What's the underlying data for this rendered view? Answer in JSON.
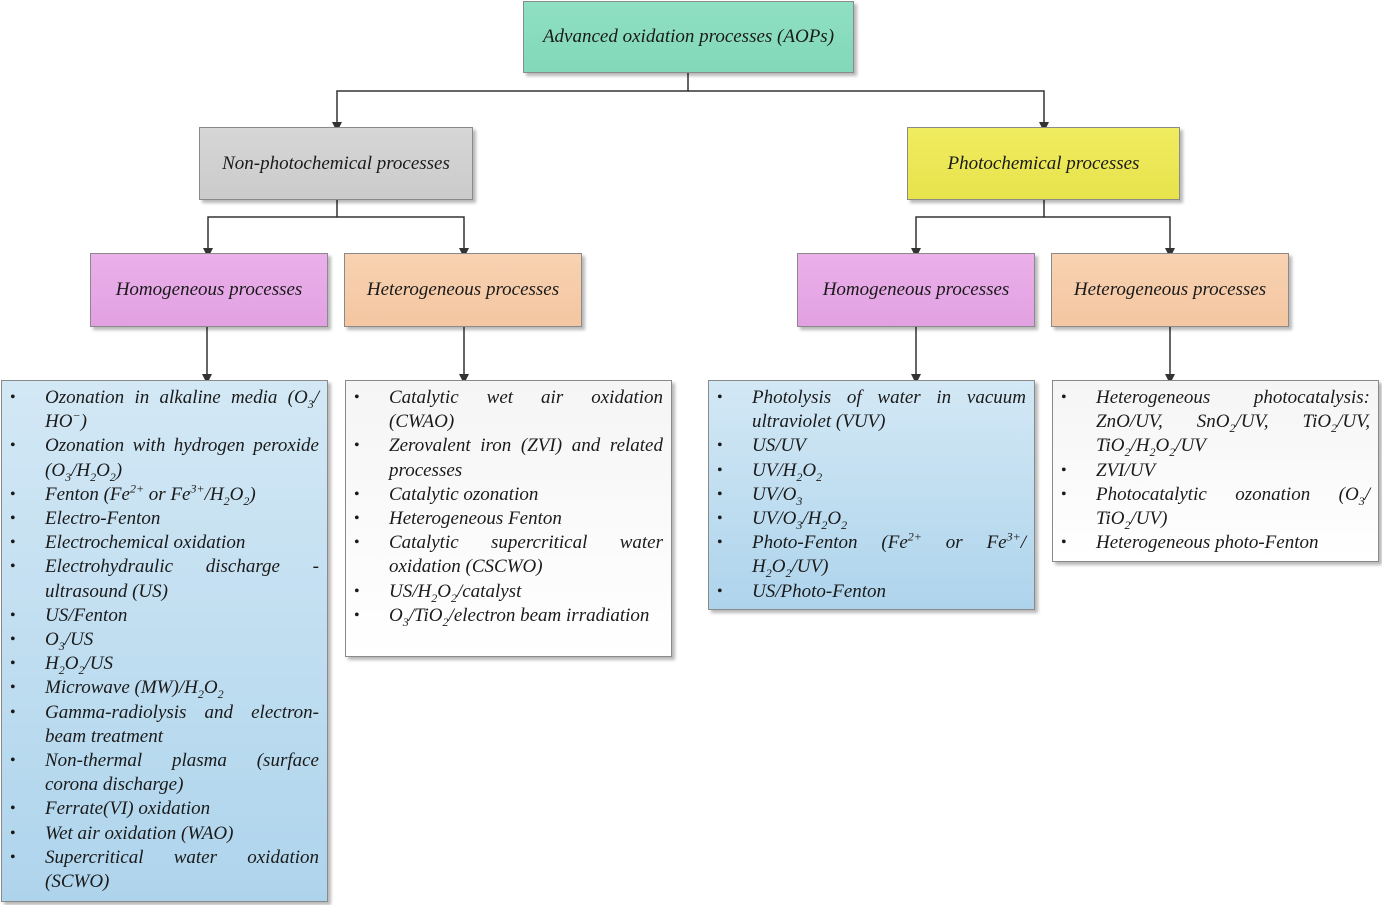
{
  "root": {
    "label": "Advanced oxidation processes (AOPs)"
  },
  "non_photochemical": {
    "label": "Non-photochemical processes",
    "homogeneous": {
      "label": "Homogeneous processes",
      "items": [
        [
          "Ozonation in alkaline media (O",
          [
            "sub",
            "3"
          ],
          "/ HO",
          [
            "sup",
            "−"
          ],
          ")"
        ],
        [
          "Ozonation with hydrogen peroxide (O",
          [
            "sub",
            "3"
          ],
          "/H",
          [
            "sub",
            "2"
          ],
          "O",
          [
            "sub",
            "2"
          ],
          ")"
        ],
        [
          "Fenton (Fe",
          [
            "sup",
            "2+"
          ],
          " or Fe",
          [
            "sup",
            "3+"
          ],
          "/H",
          [
            "sub",
            "2"
          ],
          "O",
          [
            "sub",
            "2"
          ],
          ")"
        ],
        [
          "Electro-Fenton"
        ],
        [
          "Electrochemical oxidation"
        ],
        [
          "Electrohydraulic discharge - ultrasound (US)"
        ],
        [
          "US/Fenton"
        ],
        [
          "O",
          [
            "sub",
            "3"
          ],
          "/US"
        ],
        [
          "H",
          [
            "sub",
            "2"
          ],
          "O",
          [
            "sub",
            "2"
          ],
          "/US"
        ],
        [
          "Microwave (MW)/H",
          [
            "sub",
            "2"
          ],
          "O",
          [
            "sub",
            "2"
          ]
        ],
        [
          "Gamma-radiolysis and electron-beam treatment"
        ],
        [
          "Non-thermal plasma (surface corona discharge)"
        ],
        [
          "Ferrate(VI) oxidation"
        ],
        [
          "Wet air oxidation (WAO)"
        ],
        [
          "Supercritical water oxidation (SCWO)"
        ]
      ]
    },
    "heterogeneous": {
      "label": "Heterogeneous processes",
      "items": [
        [
          "Catalytic wet air oxidation (CWAO)"
        ],
        [
          "Zerovalent iron (ZVI) and related processes"
        ],
        [
          "Catalytic ozonation"
        ],
        [
          "Heterogeneous Fenton"
        ],
        [
          "Catalytic supercritical water oxidation (CSCWO)"
        ],
        [
          "US/H",
          [
            "sub",
            "2"
          ],
          "O",
          [
            "sub",
            "2"
          ],
          "/catalyst"
        ],
        [
          "O",
          [
            "sub",
            "3"
          ],
          "/TiO",
          [
            "sub",
            "2"
          ],
          "/electron beam irradiation"
        ]
      ]
    }
  },
  "photochemical": {
    "label": "Photochemical processes",
    "homogeneous": {
      "label": "Homogeneous processes",
      "items": [
        [
          "Photolysis of water in vacuum ultraviolet (VUV)"
        ],
        [
          "US/UV"
        ],
        [
          "UV/H",
          [
            "sub",
            "2"
          ],
          "O",
          [
            "sub",
            "2"
          ]
        ],
        [
          "UV/O",
          [
            "sub",
            "3"
          ]
        ],
        [
          "UV/O",
          [
            "sub",
            "3"
          ],
          "/H",
          [
            "sub",
            "2"
          ],
          "O",
          [
            "sub",
            "2"
          ]
        ],
        [
          "Photo-Fenton (Fe",
          [
            "sup",
            "2+"
          ],
          " or Fe",
          [
            "sup",
            "3+"
          ],
          "/ H",
          [
            "sub",
            "2"
          ],
          "O",
          [
            "sub",
            "2"
          ],
          "/UV)"
        ],
        [
          "US/Photo-Fenton"
        ]
      ]
    },
    "heterogeneous": {
      "label": "Heterogeneous processes",
      "items": [
        [
          "Heterogeneous photocatalysis: ZnO/UV, SnO",
          [
            "sub",
            "2"
          ],
          "/UV, TiO",
          [
            "sub",
            "2"
          ],
          "/UV, TiO",
          [
            "sub",
            "2"
          ],
          "/H",
          [
            "sub",
            "2"
          ],
          "O",
          [
            "sub",
            "2"
          ],
          "/UV"
        ],
        [
          "ZVI/UV"
        ],
        [
          "Photocatalytic ozonation (O",
          [
            "sub",
            "3"
          ],
          "/ TiO",
          [
            "sub",
            "2"
          ],
          "/UV)"
        ],
        [
          "Heterogeneous photo-Fenton"
        ]
      ]
    }
  }
}
